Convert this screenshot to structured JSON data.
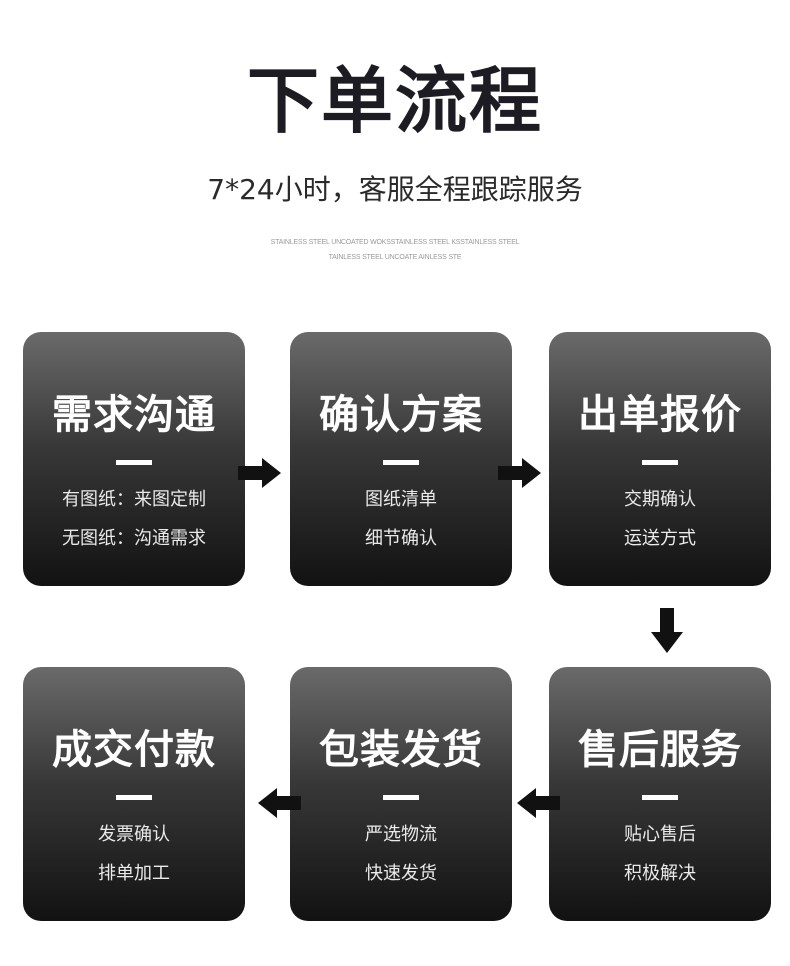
{
  "header": {
    "title": "下单流程",
    "subtitle": "7*24小时，客服全程跟踪服务",
    "fine_line_1": "STAINLESS STEEL UNCOATED WOKSSTAINLESS STEEL KSSTAINLESS STEEL",
    "fine_line_2": "TAINLESS STEEL UNCOATE AINLESS STE"
  },
  "steps": [
    {
      "title": "需求沟通",
      "line1": "有图纸：来图定制",
      "line2": "无图纸：沟通需求"
    },
    {
      "title": "确认方案",
      "line1": "图纸清单",
      "line2": "细节确认"
    },
    {
      "title": "出单报价",
      "line1": "交期确认",
      "line2": "运送方式"
    },
    {
      "title": "售后服务",
      "line1": "贴心售后",
      "line2": "积极解决"
    },
    {
      "title": "包装发货",
      "line1": "严选物流",
      "line2": "快速发货"
    },
    {
      "title": "成交付款",
      "line1": "发票确认",
      "line2": "排单加工"
    }
  ],
  "icons": {
    "arrow_1": "arrow-right-icon",
    "arrow_2": "arrow-right-icon",
    "arrow_3": "arrow-down-icon",
    "arrow_4": "arrow-left-icon",
    "arrow_5": "arrow-left-icon"
  },
  "colors": {
    "card_top": "#6a6a6a",
    "card_bottom": "#121212",
    "title_text": "#1c1c22",
    "arrow": "#111111"
  }
}
